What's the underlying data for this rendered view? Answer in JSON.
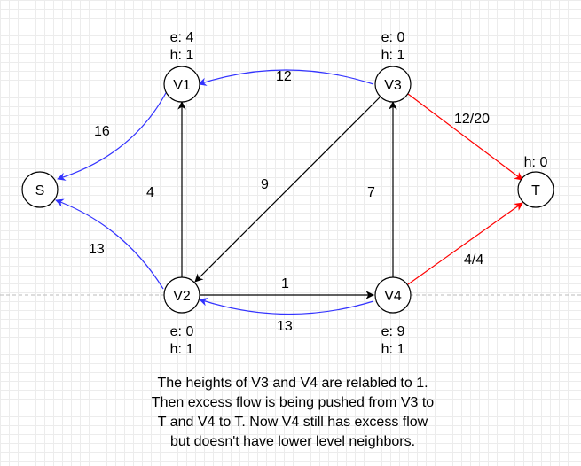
{
  "colors": {
    "black": "#000000",
    "blue": "#3333ff",
    "red": "#ff0000",
    "dashed": "#bbbbbb"
  },
  "nodes": {
    "S": {
      "label": "S"
    },
    "V1": {
      "label": "V1",
      "e": "e: 4",
      "h": "h: 1"
    },
    "V2": {
      "label": "V2",
      "e": "e: 0",
      "h": "h: 1"
    },
    "V3": {
      "label": "V3",
      "e": "e: 0",
      "h": "h: 1"
    },
    "V4": {
      "label": "V4",
      "e": "e: 9",
      "h": "h: 1"
    },
    "T": {
      "label": "T",
      "h": "h: 0"
    }
  },
  "edges": [
    {
      "id": "v3-v1",
      "from": "V3",
      "to": "V1",
      "label": "12",
      "color": "blue"
    },
    {
      "id": "v1-s",
      "from": "V1",
      "to": "S",
      "label": "16",
      "color": "blue"
    },
    {
      "id": "v2-s",
      "from": "V2",
      "to": "S",
      "label": "13",
      "color": "blue"
    },
    {
      "id": "v2-v1",
      "from": "V2",
      "to": "V1",
      "label": "4",
      "color": "black"
    },
    {
      "id": "v3-v2",
      "from": "V3",
      "to": "V2",
      "label": "9",
      "color": "black"
    },
    {
      "id": "v4-v3",
      "from": "V4",
      "to": "V3",
      "label": "7",
      "color": "black"
    },
    {
      "id": "v2-v4",
      "from": "V2",
      "to": "V4",
      "label": "1",
      "color": "black"
    },
    {
      "id": "v4-v2",
      "from": "V4",
      "to": "V2",
      "label": "13",
      "color": "blue"
    },
    {
      "id": "v3-t",
      "from": "V3",
      "to": "T",
      "label": "12/20",
      "color": "red"
    },
    {
      "id": "v4-t",
      "from": "V4",
      "to": "T",
      "label": "4/4",
      "color": "red"
    }
  ],
  "note": [
    "The heights of V3 and V4 are relabled to 1.",
    "Then excess flow is being pushed from V3 to",
    "T and V4 to T. Now V4 still has excess flow",
    "but doesn't have lower level neighbors."
  ]
}
